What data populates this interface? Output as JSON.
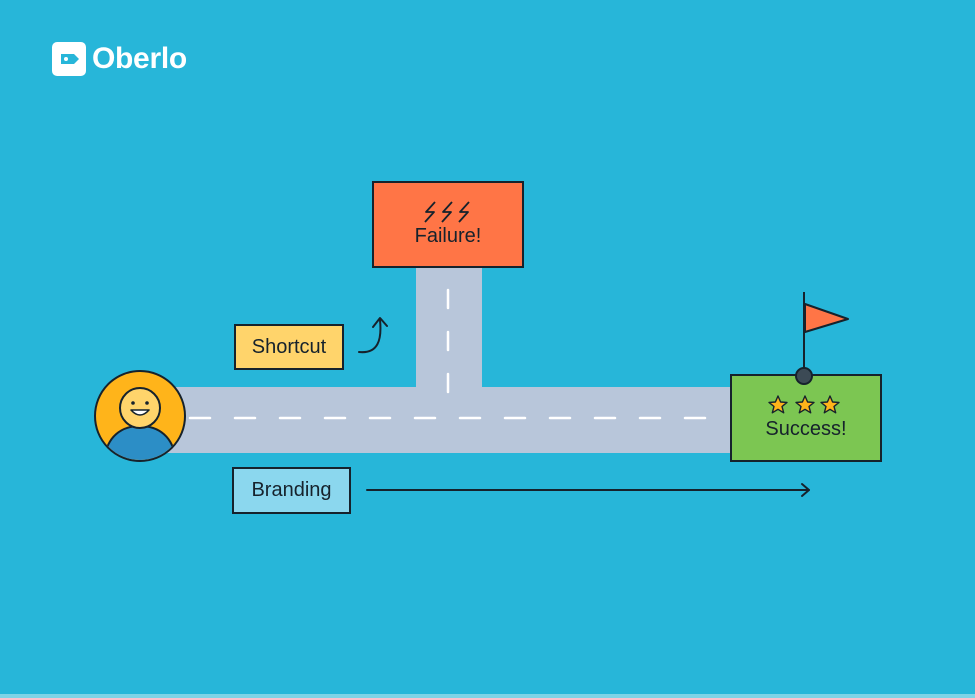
{
  "brand": {
    "name": "Oberlo",
    "icon": "tag-icon"
  },
  "diagram": {
    "failure": {
      "label": "Failure!",
      "icon": "lightning-bolts-icon"
    },
    "success": {
      "label": "Success!",
      "icon": "three-stars-icon"
    },
    "shortcut": {
      "label": "Shortcut"
    },
    "branding": {
      "label": "Branding"
    }
  },
  "colors": {
    "background": "#27B6D9",
    "road": "#B8C6DA",
    "failure_box": "#FF7546",
    "success_box": "#7CC652",
    "shortcut_box": "#FFD46B",
    "branding_box": "#8BD7EE",
    "person_circle": "#FFB41A",
    "flag": "#FF7546",
    "outline": "#16222C"
  }
}
